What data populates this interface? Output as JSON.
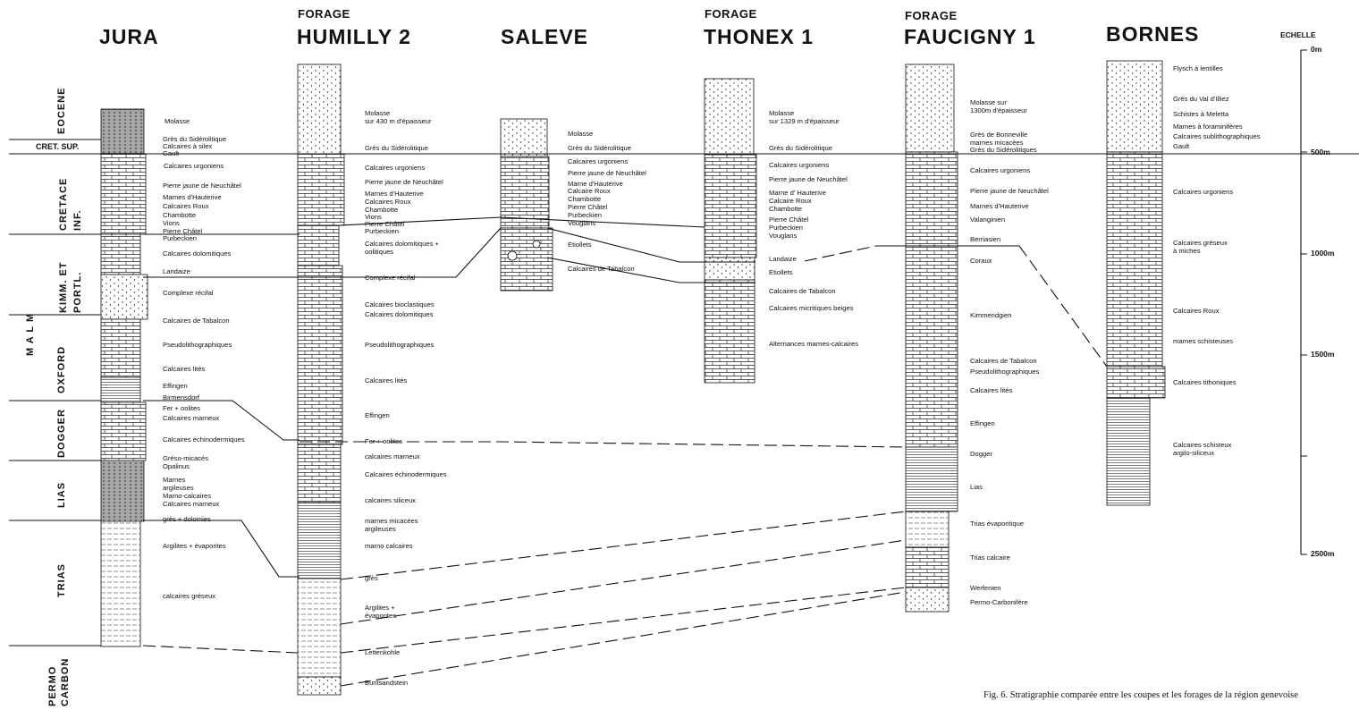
{
  "headers": {
    "jura": "JURA",
    "humilly_forage": "FORAGE",
    "humilly": "HUMILLY 2",
    "saleve": "SALEVE",
    "thonex_forage": "FORAGE",
    "thonex": "THONEX 1",
    "faucigny_forage": "FORAGE",
    "faucigny": "FAUCIGNY 1",
    "bornes": "BORNES"
  },
  "scale": {
    "title": "ECHELLE",
    "ticks": [
      "0m",
      "500m",
      "1000m",
      "1500m",
      "2500m"
    ]
  },
  "eras": {
    "eocene": "EOCENE",
    "cret_sup": "CRET. SUP.",
    "cretace_inf": "CRETACE INF.",
    "malm": "M A L M",
    "kimm_portl": "KIMM. ET PORTL.",
    "oxford": "OXFORD",
    "dogger": "DOGGER",
    "lias": "LIAS",
    "trias": "TRIAS",
    "permo_carbon": "PERMO CARBON"
  },
  "jura": [
    "Molasse",
    "Grès du Sidérolitique",
    "Calcaires à silex",
    "Gault",
    "Calcaires urgoniens",
    "Pierre jaune de Neuchâtel",
    "Marnes d'Hauterive",
    "Calcaires Roux",
    "Chambotte",
    "Vions",
    "Pierre Châtel",
    "Purbeckien",
    "Calcaires dolomitiques",
    "Landaize",
    "Complexe récifal",
    "Calcaires de Tabalcon",
    "Pseudolithographiques",
    "Calcaires lités",
    "Effingen",
    "Birmensdorf",
    "Fer + oolites",
    "Calcaires marneux",
    "Calcaires échinodermiques",
    "Gréso-micacés",
    "Opalinus",
    "Marnes",
    "argileuses",
    "Marno-calcaires",
    "Calcaires marneux",
    "grès + dolomies",
    "Argilites +  évaporites",
    "calcaires  gréseux"
  ],
  "humilly": [
    "Molasse",
    "sur 430 m d'épaisseur",
    "Grès du Sidérolitique",
    "Calcaires urgoniens",
    "Pierre jaune de Neuchâtel",
    "Marnes d'Hauterive",
    "Calcaires Roux",
    "Chambotte",
    "Vions",
    "Pierre Châtel",
    "Purbeckien",
    "Calcaires dolomitiques +",
    "oolitiques",
    "Complexe récifal",
    "Calcaires bioclastiques",
    "Calcaires dolomitiques",
    "Pseudolithographiques",
    "Calcaires lités",
    "Effingen",
    "Fer + oolites",
    "calcaires marneux",
    "Calcaires échinodermiques",
    "calcaires siliceux",
    "marnes micacées",
    "argileuses",
    "marno calcaires",
    "grès",
    "Argilites +",
    "évaporites",
    "Lettenkohle",
    "Buntsandstein"
  ],
  "saleve": [
    "Molasse",
    "Grès du Sidérolitique",
    "Calcaires urgoniens",
    "Pierre jaune de Neuchâtel",
    "Marne d'Hauterive",
    "Calcaire Roux",
    "Chambotte",
    "Pierre Châtel",
    "Purbeckien",
    "Vouglans",
    "Etiollets",
    "Calcaires de Tabalcon"
  ],
  "thonex": [
    "Molasse",
    "sur 1329 m d'épaisseur",
    "Grès du Sidérolitique",
    "Calcaires urgoniens",
    "Pierre jaune de Neuchâtel",
    "Marne d' Hauterive",
    "Calcaire Roux",
    "Chambotte",
    "Pierre Châtel",
    "Purbeckien",
    "Vouglans",
    "Landaize",
    "Etiollets",
    "Calcaires de Tabalcon",
    "Calcaires micritiques beiges",
    "Alternances marnes-calcaires"
  ],
  "faucigny": [
    "Molasse sur",
    "1300m d'épaisseur",
    "Grès de Bonneville",
    "marnes micacées",
    "Grès du Sidérolitiques",
    "Calcaires urgoniens",
    "Pierre jaune de Neuchâtel",
    "Marnes d'Hauterive",
    "Valanginien",
    "Berriasien",
    "Coraux",
    "Kimmeridgien",
    "Calcaires de Tabalcon",
    "Pseudolithographiques",
    "Calcaires lités",
    "Effingen",
    "Dogger",
    "Lias",
    "Trias évaporitique",
    "Trias calcaire",
    "Werfenien",
    "Permo-Carbonifère"
  ],
  "bornes": [
    "Flysch à lentilles",
    "Grès du Val d'Illiez",
    "Schistes à Meletta",
    "Marnes à foraminifères",
    "Calcaires sublithographiques",
    "Gault",
    "Calcaires urgoniens",
    "Calcaires gréseux",
    "à miches",
    "Calcaires Roux",
    "marnes schisteuses",
    "Calcaires tithoniques",
    "Calcaires schisteux",
    "argilo-siliceux"
  ],
  "caption": "Fig. 6.  Stratigraphie comparée entre les coupes et les forages de la région genevoise"
}
